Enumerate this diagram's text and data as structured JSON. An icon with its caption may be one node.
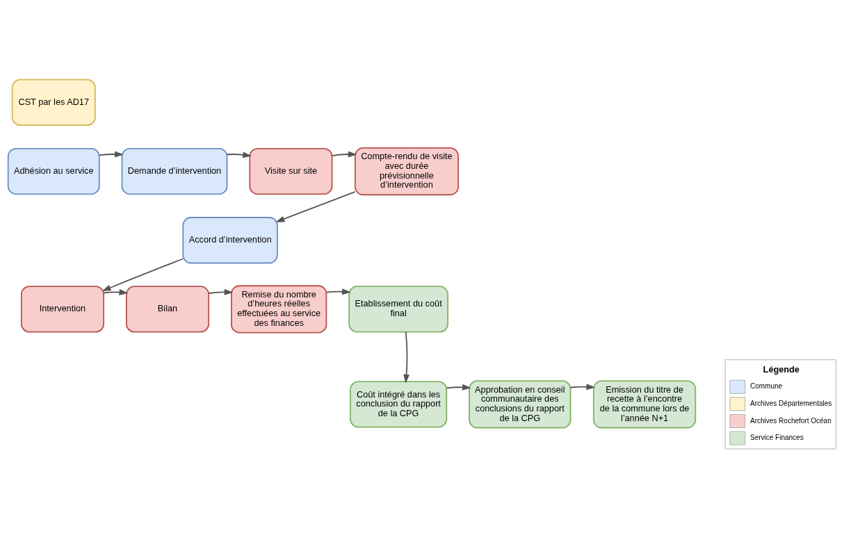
{
  "diagram": {
    "nodes": [
      {
        "text": [
          "CST par les AD17"
        ]
      },
      {
        "text": [
          "Adhésion au service"
        ]
      },
      {
        "text": [
          "Demande d’intervention"
        ]
      },
      {
        "text": [
          "Visite sur site"
        ]
      },
      {
        "text": [
          "Compte-rendu de visite avec durée prévisionnelle d’intervention"
        ]
      },
      {
        "text": [
          "Accord d’intervention"
        ]
      },
      {
        "text": [
          "Intervention"
        ]
      },
      {
        "text": [
          "Bilan"
        ]
      },
      {
        "text": [
          "Remise du nombre d’heures réelles effectuées au service des finances"
        ]
      },
      {
        "text": [
          "Etablissement du coût final"
        ]
      },
      {
        "text": [
          "Coût intégré dans les conclusion du rapport de la CPG"
        ]
      },
      {
        "text": [
          "Approbation en conseil communautaire des conclusions du rapport de la CPG"
        ]
      },
      {
        "text": [
          "Emission du titre de recette à l’encontre de la commune lors de l’année N+1"
        ]
      }
    ],
    "edges": [
      {
        "from": 1,
        "to": 2,
        "arrow": "to"
      },
      {
        "from": 2,
        "to": 3,
        "arrow": "to"
      },
      {
        "from": 3,
        "to": 4,
        "arrow": "to"
      },
      {
        "from": 4,
        "to": 5,
        "arrow": "to"
      },
      {
        "from": 5,
        "to": 6,
        "arrow": "to"
      },
      {
        "from": 6,
        "to": 7,
        "arrow": "to"
      },
      {
        "from": 7,
        "to": 8,
        "arrow": "to"
      },
      {
        "from": 8,
        "to": 9,
        "arrow": "to"
      },
      {
        "from": 9,
        "to": 10,
        "arrow": "to"
      },
      {
        "from": 10,
        "to": 11,
        "arrow": "to"
      },
      {
        "from": 11,
        "to": 12,
        "arrow": "to"
      }
    ],
    "labels": [
      "Légende"
    ],
    "legend": [
      {
        "text": "Commune",
        "color": "#dae8fc"
      },
      {
        "text": "Archives Départementales",
        "color": "#fff2cc"
      },
      {
        "text": "Archives Rochefort Océan",
        "color": "#f8cecc"
      },
      {
        "text": "Service Finances",
        "color": "#d5e8d4"
      }
    ]
  }
}
